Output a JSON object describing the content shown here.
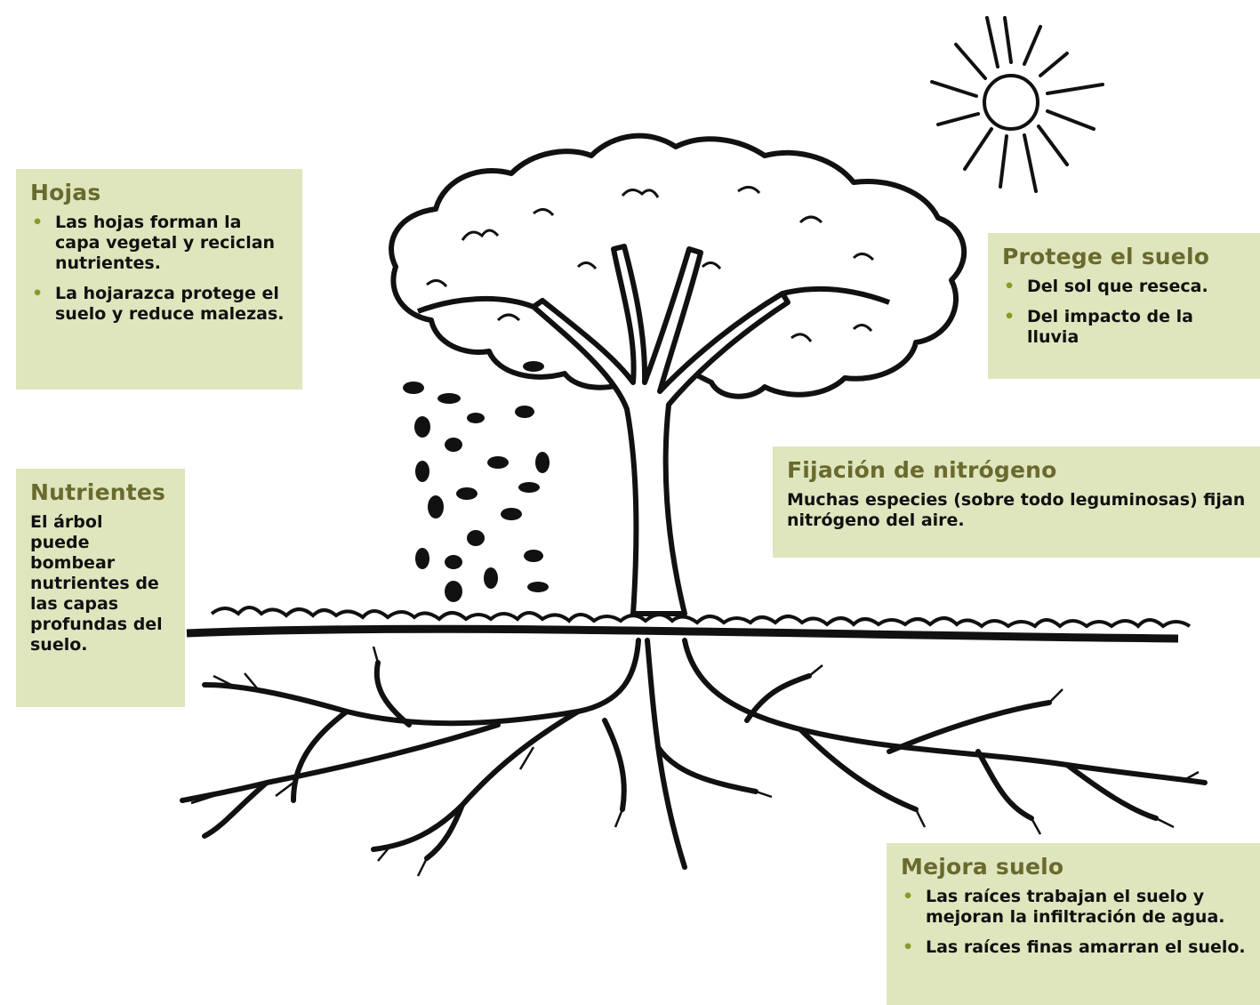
{
  "hojas": {
    "title": "Hojas",
    "items": [
      "Las hojas forman la capa vegetal y reciclan nutrientes.",
      "La hojarazca protege el suelo y reduce malezas."
    ]
  },
  "nutrientes": {
    "title": "Nutrientes",
    "text": "El árbol puede bombear nutrientes de las capas profundas del suelo."
  },
  "protege": {
    "title": "Protege el suelo",
    "items": [
      "Del sol que reseca.",
      "Del impacto de la lluvia"
    ]
  },
  "fijacion": {
    "title": "Fijación de nitrógeno",
    "text": "Muchas especies (sobre todo leguminosas) fijan nitrógeno del aire."
  },
  "mejora": {
    "title": "Mejora suelo",
    "items": [
      "Las raíces trabajan el suelo y mejoran la infiltración de agua.",
      "Las raíces finas amarran el suelo."
    ]
  },
  "colors": {
    "box_bg": "#dfe6be",
    "title": "#6a6a2e",
    "bullet": "#8a9a2a",
    "ink": "#111111"
  }
}
